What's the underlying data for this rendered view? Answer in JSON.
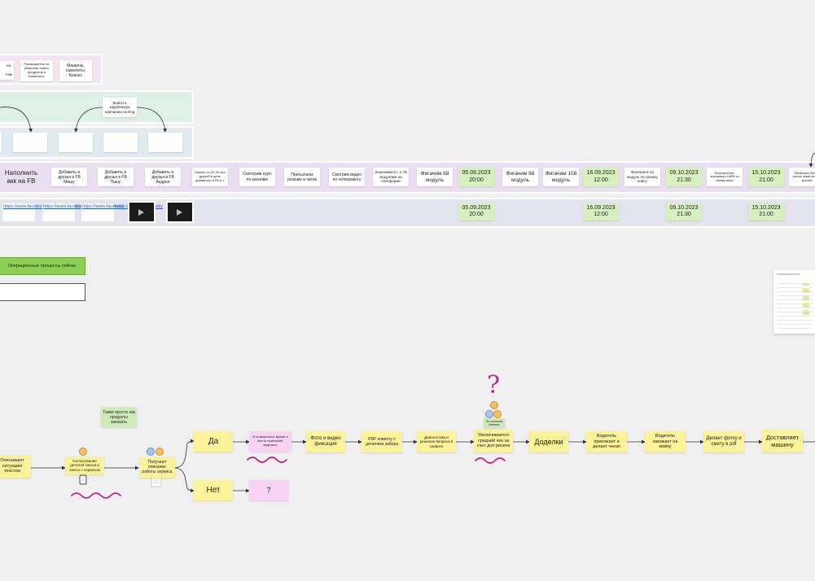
{
  "top_row": {
    "cards": [
      "Руководитель по развитию новых продуктов в Биоаналог",
      "Машины, самолеты, Бизнес"
    ],
    "partial_card": "на\n\nтчик"
  },
  "second_row": {
    "card": "Выйти в зарубежную компанию на Eng"
  },
  "timeline": {
    "items": [
      {
        "text": "Наполнить акк на FB",
        "style": "plain",
        "size": 8
      },
      {
        "text": "Добавить в друзья в FB Мишу",
        "style": "white",
        "size": 5
      },
      {
        "text": "Добавить в друзья в FB Пашу",
        "style": "white",
        "size": 5
      },
      {
        "text": "Добавить в друзья в FB Андрея",
        "style": "white",
        "size": 5
      },
      {
        "text": "Начать по 20-30 нео друзей в день добавлять в FB и т.",
        "style": "white",
        "size": 4
      },
      {
        "text": "Смотрим курс по резюме",
        "style": "white",
        "size": 5.5
      },
      {
        "text": "Присылаем резюме в чатик",
        "style": "white",
        "size": 5
      },
      {
        "text": "Смотрим видео по нетворкингу",
        "style": "white",
        "size": 5
      },
      {
        "text": "Знакомимся с 1-7й модулями на платформе",
        "style": "white",
        "size": 4.5
      },
      {
        "text": "Фигачим 8й модуль",
        "style": "white",
        "size": 6.5
      },
      {
        "text": "05.09.2023 20:00",
        "style": "green",
        "size": 7
      },
      {
        "text": "Фигачим 9й модуль",
        "style": "white",
        "size": 6.5
      },
      {
        "text": "Фигачим 10й модуль",
        "style": "white",
        "size": 6.5
      },
      {
        "text": "16.09.2023 12:00",
        "style": "green",
        "size": 7
      },
      {
        "text": "Фигачим 8-12 модуль по своему кейсу",
        "style": "white",
        "size": 4.5
      },
      {
        "text": "09.10.2023 21:30",
        "style": "green",
        "size": 7
      },
      {
        "text": "Фигачим Юнит-экономику и HARB по своему кейсу",
        "style": "white",
        "size": 3.5
      },
      {
        "text": "15.10.2023 21:00",
        "style": "green",
        "size": 7
      },
      {
        "text": "Обновляем HARB с учетом новой инфы и мыслей",
        "style": "white",
        "size": 3.5
      }
    ]
  },
  "links_row": {
    "links": [
      "https://www.facebook.com/gorodshilo/panel",
      "https://www.facebook.com/a.kolomensky",
      "https://www.facebook.com/a.kolomensky"
    ],
    "dates": [
      "05.09.2023 20:00",
      "16.09.2023 12:00",
      "09.10.2023 21:30",
      "15.10.2023 21:00"
    ]
  },
  "legend": {
    "process_label": "Операционные процессы сейчас",
    "empty_box": ""
  },
  "flow": {
    "describe": "Описывают ситуацию текстом",
    "agree": "Согласование деталей заказа и сметы с сервисом",
    "receive": "Получают описание работы сервиса",
    "also": "Также просто как продукты заказать",
    "yes": "Да",
    "no": "Нет",
    "question": "?",
    "time": "В оговоренное время и место приезжает водитель",
    "photo": "Фото и видео фиксация",
    "pdf": "PDF клиенту с деталями забора",
    "diag": "Диагностика и решение вопроса в сервисе",
    "avg": "Увеличивается средний чек за счет доп рисков",
    "approval": "По согласию клиента",
    "fixes": "Доделки",
    "driver_arrives": "Водитель приезжает и делает чекап",
    "driver_wash": "Водитель заезжает на мойку",
    "photo_pdf": "Делает фотку и смету в pdf",
    "deliver": "Доставляет машину"
  },
  "question_mark": "?",
  "colors": {
    "green": "#d6f0c0",
    "yellow": "#fbf29a",
    "pink": "#f9d3f3",
    "squiggle": "#c8238e",
    "legend_green": "#8ccf55"
  }
}
